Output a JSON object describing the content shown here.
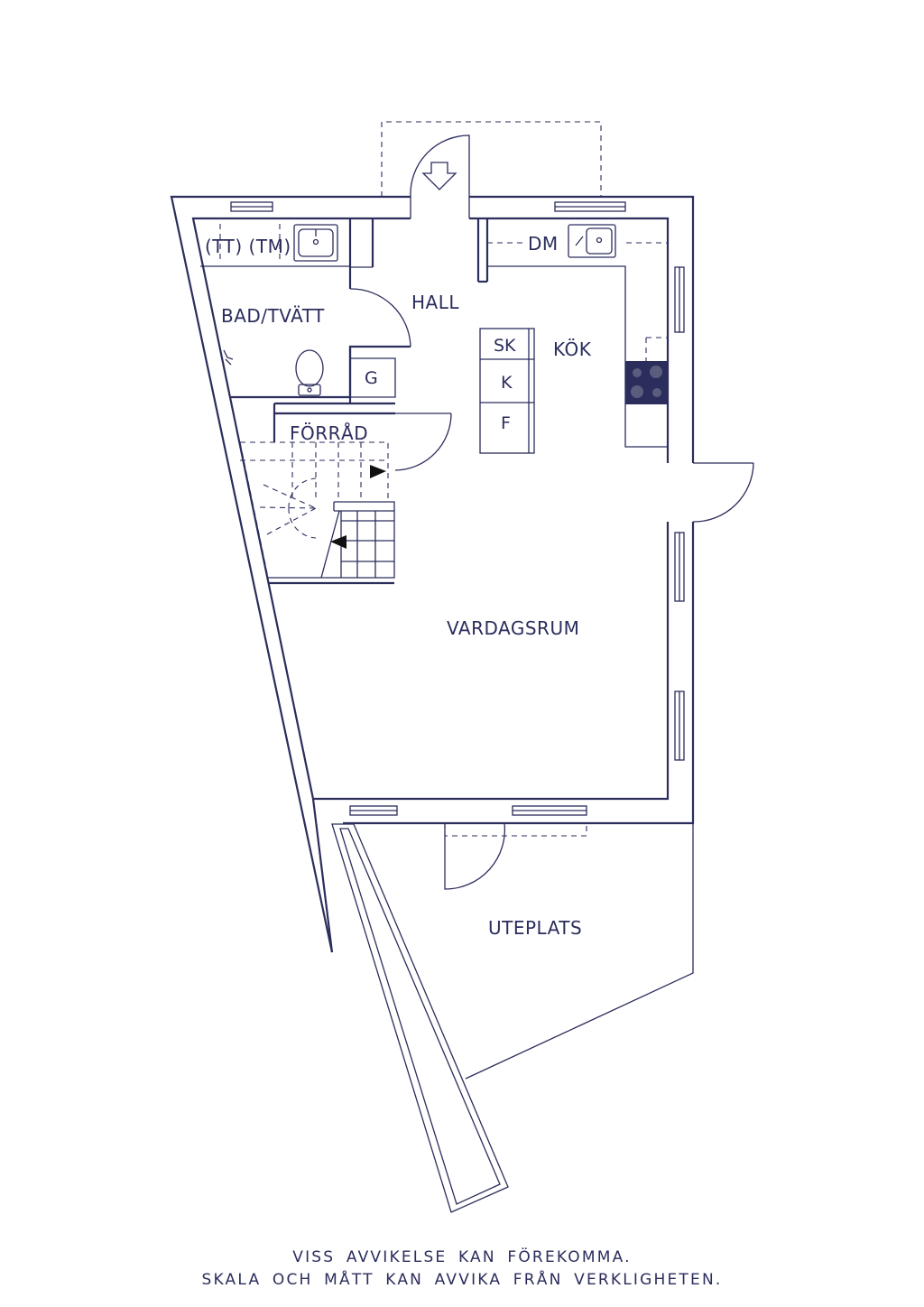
{
  "rooms": {
    "bath_extra": "(TT) (TM)",
    "bath": "BAD/TVÄTT",
    "hall": "HALL",
    "dishwasher": "DM",
    "kitchen": "KÖK",
    "freezer_top": "SK",
    "freezer_mid": "K",
    "freezer_bottom": "F",
    "wardrobe": "G",
    "storage": "FÖRRÅD",
    "living": "VARDAGSRUM",
    "patio": "UTEPLATS"
  },
  "disclaimer": {
    "line1": "VISS AVVIKELSE KAN FÖREKOMMA.",
    "line2": "SKALA OCH MÅTT KAN AVVIKA FRÅN VERKLIGHETEN."
  },
  "colors": {
    "line": "#2b2d5c",
    "background": "#ffffff"
  }
}
